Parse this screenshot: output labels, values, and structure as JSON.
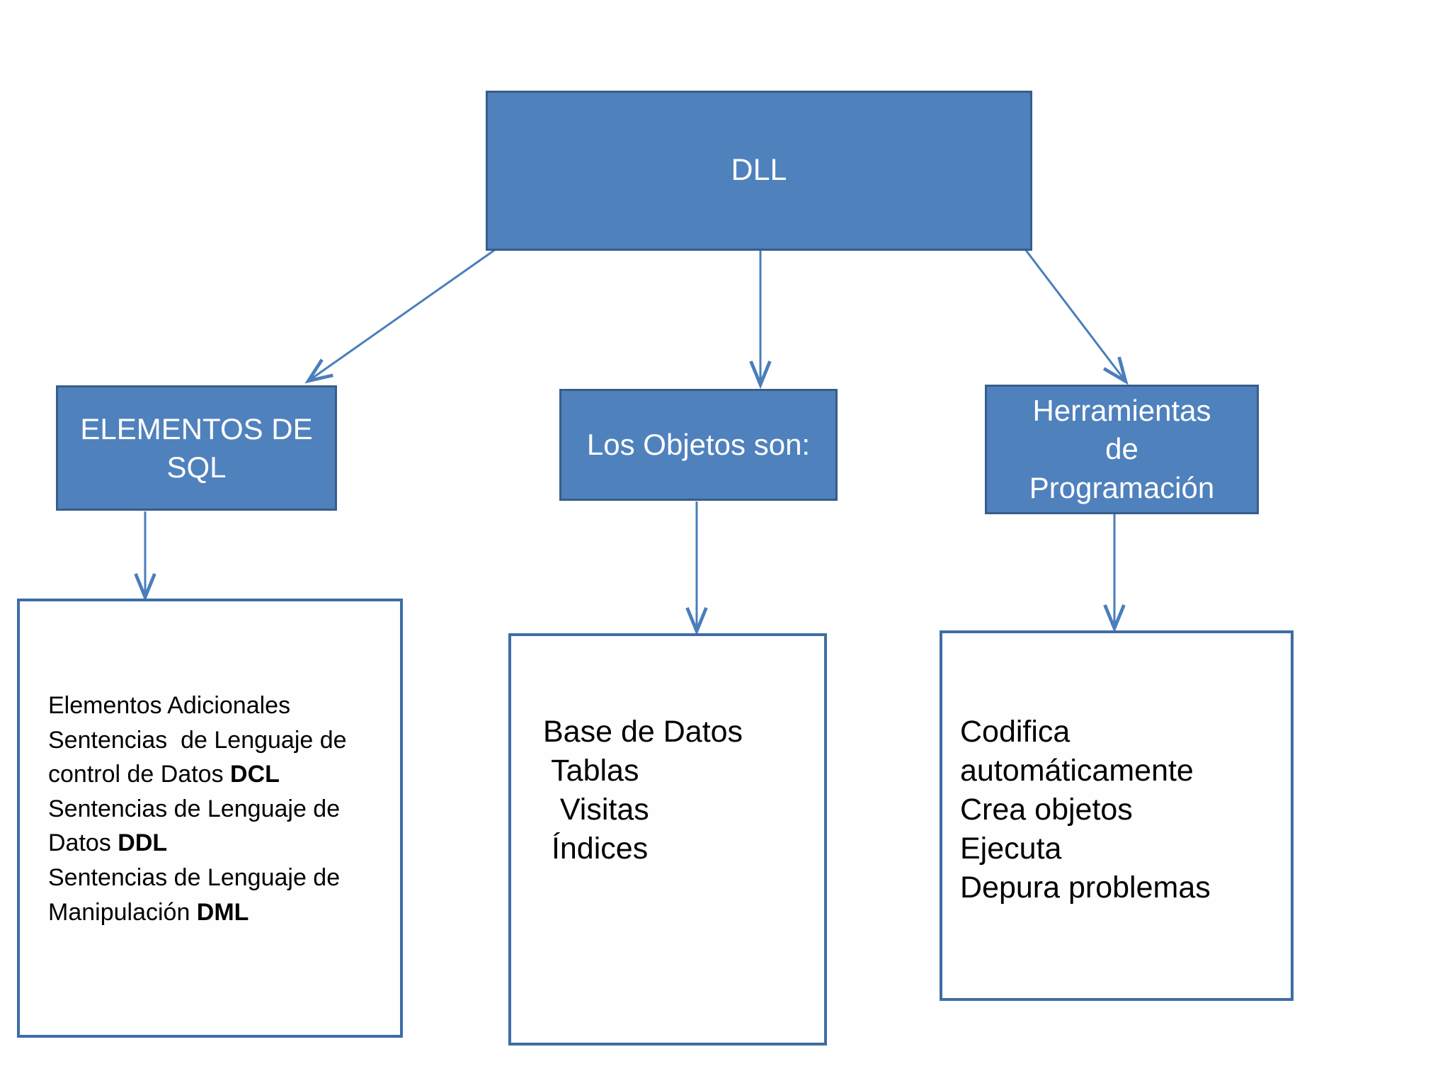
{
  "diagram": {
    "title": "DLL",
    "root": {
      "label": "DLL"
    },
    "branches": [
      {
        "id": "elementos-de-sql",
        "label": "ELEMENTOS DE\nSQL",
        "detail": {
          "lines": [
            {
              "text": "Elementos Adicionales",
              "bold_suffix": ""
            },
            {
              "text": "Sentencias  de Lenguaje de",
              "bold_suffix": ""
            },
            {
              "text": "control de Datos ",
              "bold_suffix": "DCL"
            },
            {
              "text": "Sentencias de Lenguaje de",
              "bold_suffix": ""
            },
            {
              "text": "Datos ",
              "bold_suffix": "DDL"
            },
            {
              "text": "Sentencias de Lenguaje de",
              "bold_suffix": ""
            },
            {
              "text": "Manipulación ",
              "bold_suffix": "DML"
            }
          ]
        }
      },
      {
        "id": "los-objetos-son",
        "label": "Los Objetos son:",
        "detail": {
          "lines": [
            {
              "text": "Base de Datos",
              "bold_suffix": ""
            },
            {
              "text": " Tablas",
              "bold_suffix": ""
            },
            {
              "text": "  Visitas",
              "bold_suffix": ""
            },
            {
              "text": " Índices",
              "bold_suffix": ""
            }
          ]
        }
      },
      {
        "id": "herramientas-de-programacion",
        "label": "Herramientas\nde\nProgramación",
        "detail": {
          "lines": [
            {
              "text": "Codifica",
              "bold_suffix": ""
            },
            {
              "text": "automáticamente",
              "bold_suffix": ""
            },
            {
              "text": "Crea objetos",
              "bold_suffix": ""
            },
            {
              "text": "Ejecuta",
              "bold_suffix": ""
            },
            {
              "text": "Depura problemas",
              "bold_suffix": ""
            }
          ]
        }
      }
    ],
    "connectors": [
      {
        "name": "dll-to-elementos",
        "type": "diagonal-arrow"
      },
      {
        "name": "dll-to-objetos",
        "type": "vertical-arrow"
      },
      {
        "name": "dll-to-herramientas",
        "type": "diagonal-arrow"
      },
      {
        "name": "elementos-to-detail",
        "type": "vertical-arrow"
      },
      {
        "name": "objetos-to-detail",
        "type": "vertical-arrow"
      },
      {
        "name": "herramientas-to-detail",
        "type": "vertical-arrow"
      }
    ],
    "colors": {
      "node_fill": "#4F81BD",
      "node_border": "#385D8A",
      "detail_border": "#3E6DA6",
      "connector": "#4A7EBB",
      "node_text": "#FFFFFF",
      "detail_text": "#000000",
      "background": "#FFFFFF"
    }
  }
}
